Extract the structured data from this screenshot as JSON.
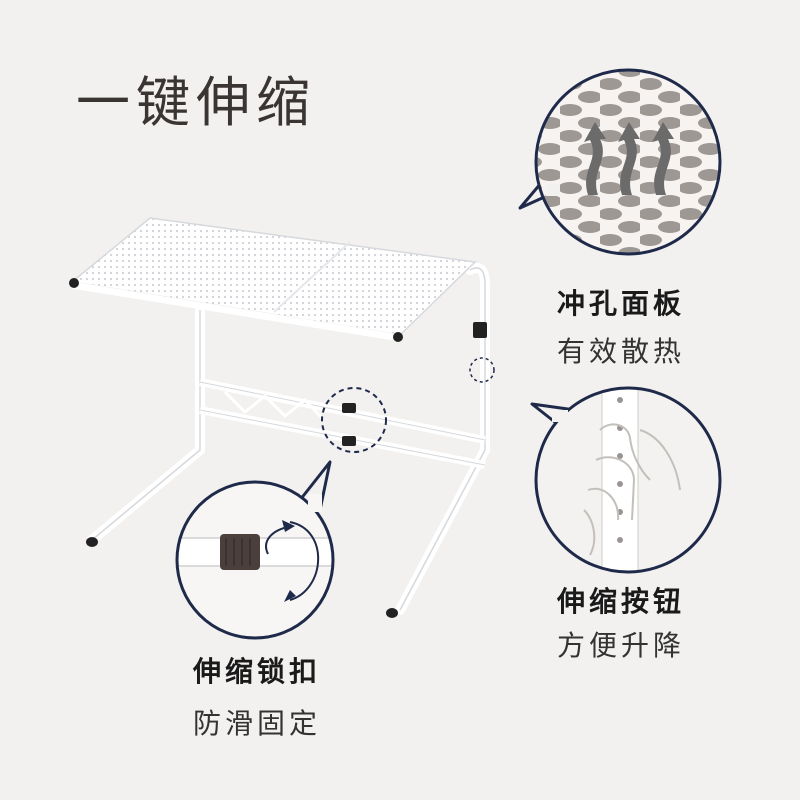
{
  "title": "一键伸缩",
  "features": {
    "panel": {
      "title": "冲孔面板",
      "subtitle": "有效散热"
    },
    "button": {
      "title": "伸缩按钮",
      "subtitle": "方便升降"
    },
    "lock": {
      "title": "伸缩锁扣",
      "subtitle": "防滑固定"
    }
  },
  "colors": {
    "background": "#f2f1ef",
    "callout_border": "#1f2a4a",
    "frame": "#ffffff",
    "arrow": "#6b6b6b"
  },
  "icons": [
    "heat-arrows-icon",
    "rotate-arrow-icon",
    "hand-icon"
  ]
}
